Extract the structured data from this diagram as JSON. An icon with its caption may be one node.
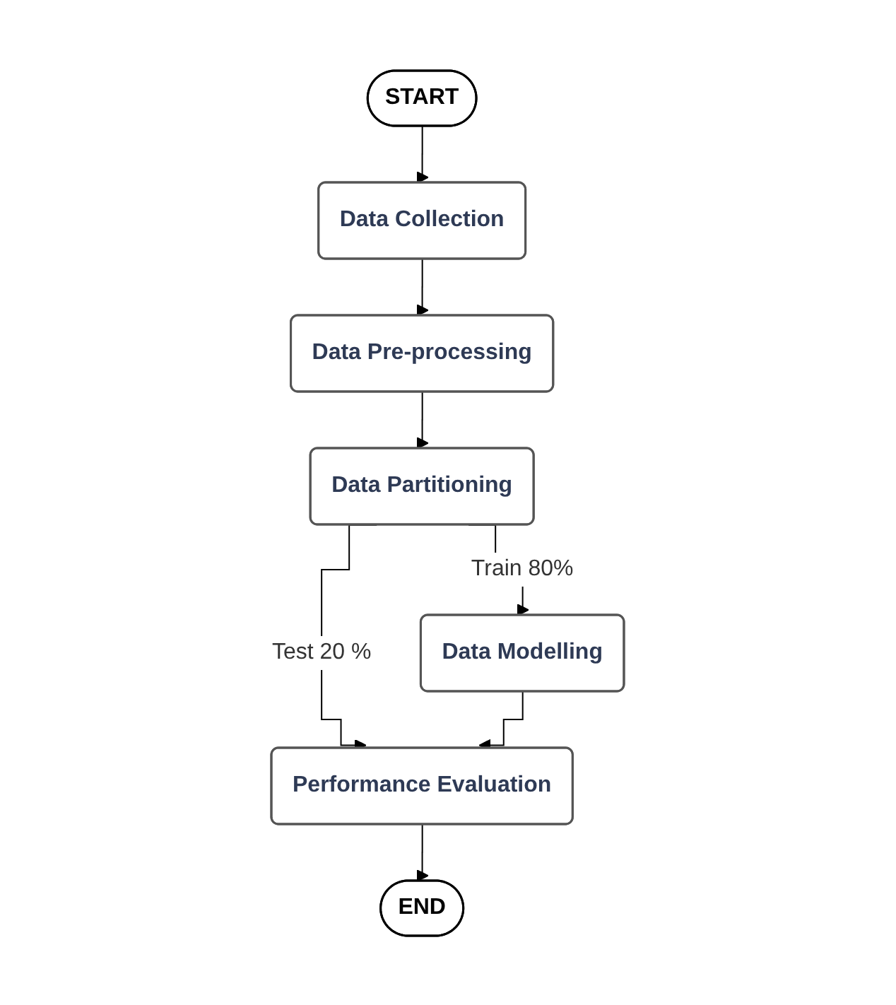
{
  "diagram": {
    "nodes": [
      {
        "text": [
          "START"
        ]
      },
      {
        "text": [
          "Data Collection"
        ]
      },
      {
        "text": [
          "Data Pre-processing"
        ]
      },
      {
        "text": [
          "Data Partitioning"
        ]
      },
      {
        "text": [
          "Data Modelling"
        ]
      },
      {
        "text": [
          "Performance Evaluation"
        ]
      },
      {
        "text": [
          "END"
        ]
      }
    ],
    "edges": [
      {
        "from": 0,
        "to": 1,
        "arrow": "to"
      },
      {
        "from": 1,
        "to": 2,
        "arrow": "to"
      },
      {
        "from": 2,
        "to": 3,
        "arrow": "to"
      },
      {
        "from": 3,
        "to": 4,
        "arrow": "to",
        "label": "Train 80%"
      },
      {
        "from": 3,
        "to": 5,
        "arrow": "to",
        "label": "Test 20 %"
      },
      {
        "from": 4,
        "to": 5,
        "arrow": "to"
      },
      {
        "from": 5,
        "to": 6,
        "arrow": "to"
      }
    ]
  }
}
